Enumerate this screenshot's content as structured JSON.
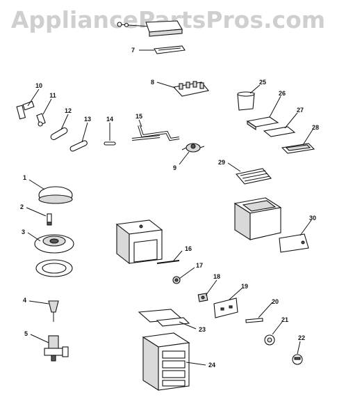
{
  "watermark": "AppliancePartsPros.com",
  "callouts": [
    "1",
    "2",
    "3",
    "4",
    "5",
    "7",
    "8",
    "9",
    "10",
    "11",
    "12",
    "13",
    "14",
    "15",
    "16",
    "17",
    "18",
    "19",
    "20",
    "21",
    "22",
    "23",
    "24",
    "25",
    "26",
    "27",
    "28",
    "29",
    "30"
  ]
}
